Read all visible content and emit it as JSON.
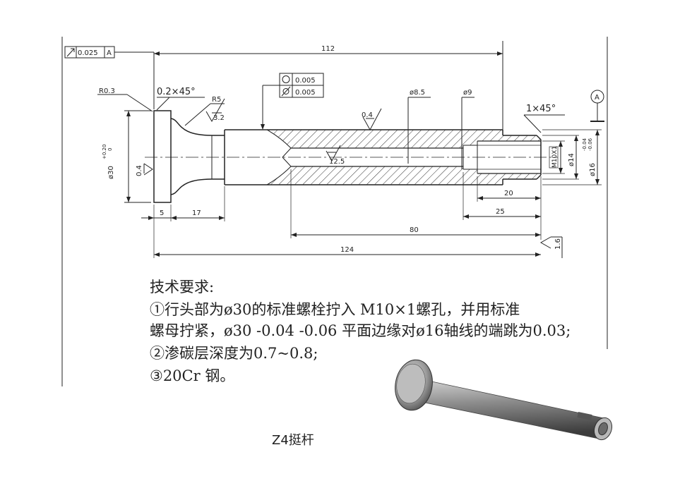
{
  "geometric_tolerances": {
    "runout_main": {
      "symbol": "runout-icon",
      "value": "0.025",
      "datum": "A"
    },
    "roundness": {
      "symbol": "circle-icon",
      "value": "0.005"
    },
    "cylindricity": {
      "symbol": "cylindricity-icon",
      "value": "0.005"
    }
  },
  "datum_label": "A",
  "dimensions": {
    "overall_top": "112",
    "head_radius": "R0.3",
    "head_chamfer": "0.2×45°",
    "fillet_radius": "R5",
    "roughness_fillet": "3.2",
    "roughness_shank": "0.4",
    "roughness_bore": "12.5",
    "roughness_face": "0.4",
    "roughness_general": "1.6",
    "bore_diameter": "ø8.5",
    "counterbore_diameter": "ø9",
    "end_chamfer": "1×45°",
    "head_diameter": "ø30",
    "head_diameter_tol_upper": "+0.20",
    "head_diameter_tol_lower": "0",
    "thread": "M10X1",
    "neck_diameter": "ø14",
    "shank_diameter": "ø16",
    "shank_tol_upper": "-0.04",
    "shank_tol_lower": "-0.06",
    "thread_length": "20",
    "counterbore_length": "25",
    "bore_length": "80",
    "overall_bottom": "124",
    "head_thickness": "5",
    "neck_length": "17"
  },
  "requirements": {
    "title": "技术要求:",
    "line1a": "①行头部为ø30的标准螺栓拧入 M10×1螺孔，并用标准",
    "line1b": "螺母拧紧，ø30 -0.04 -0.06 平面边缘对ø16轴线的端跳为0.03;",
    "line2": "②渗碳层深度为0.7~0.8;",
    "line3": "③20Cr 钢。"
  },
  "caption": "Z4挺杆"
}
